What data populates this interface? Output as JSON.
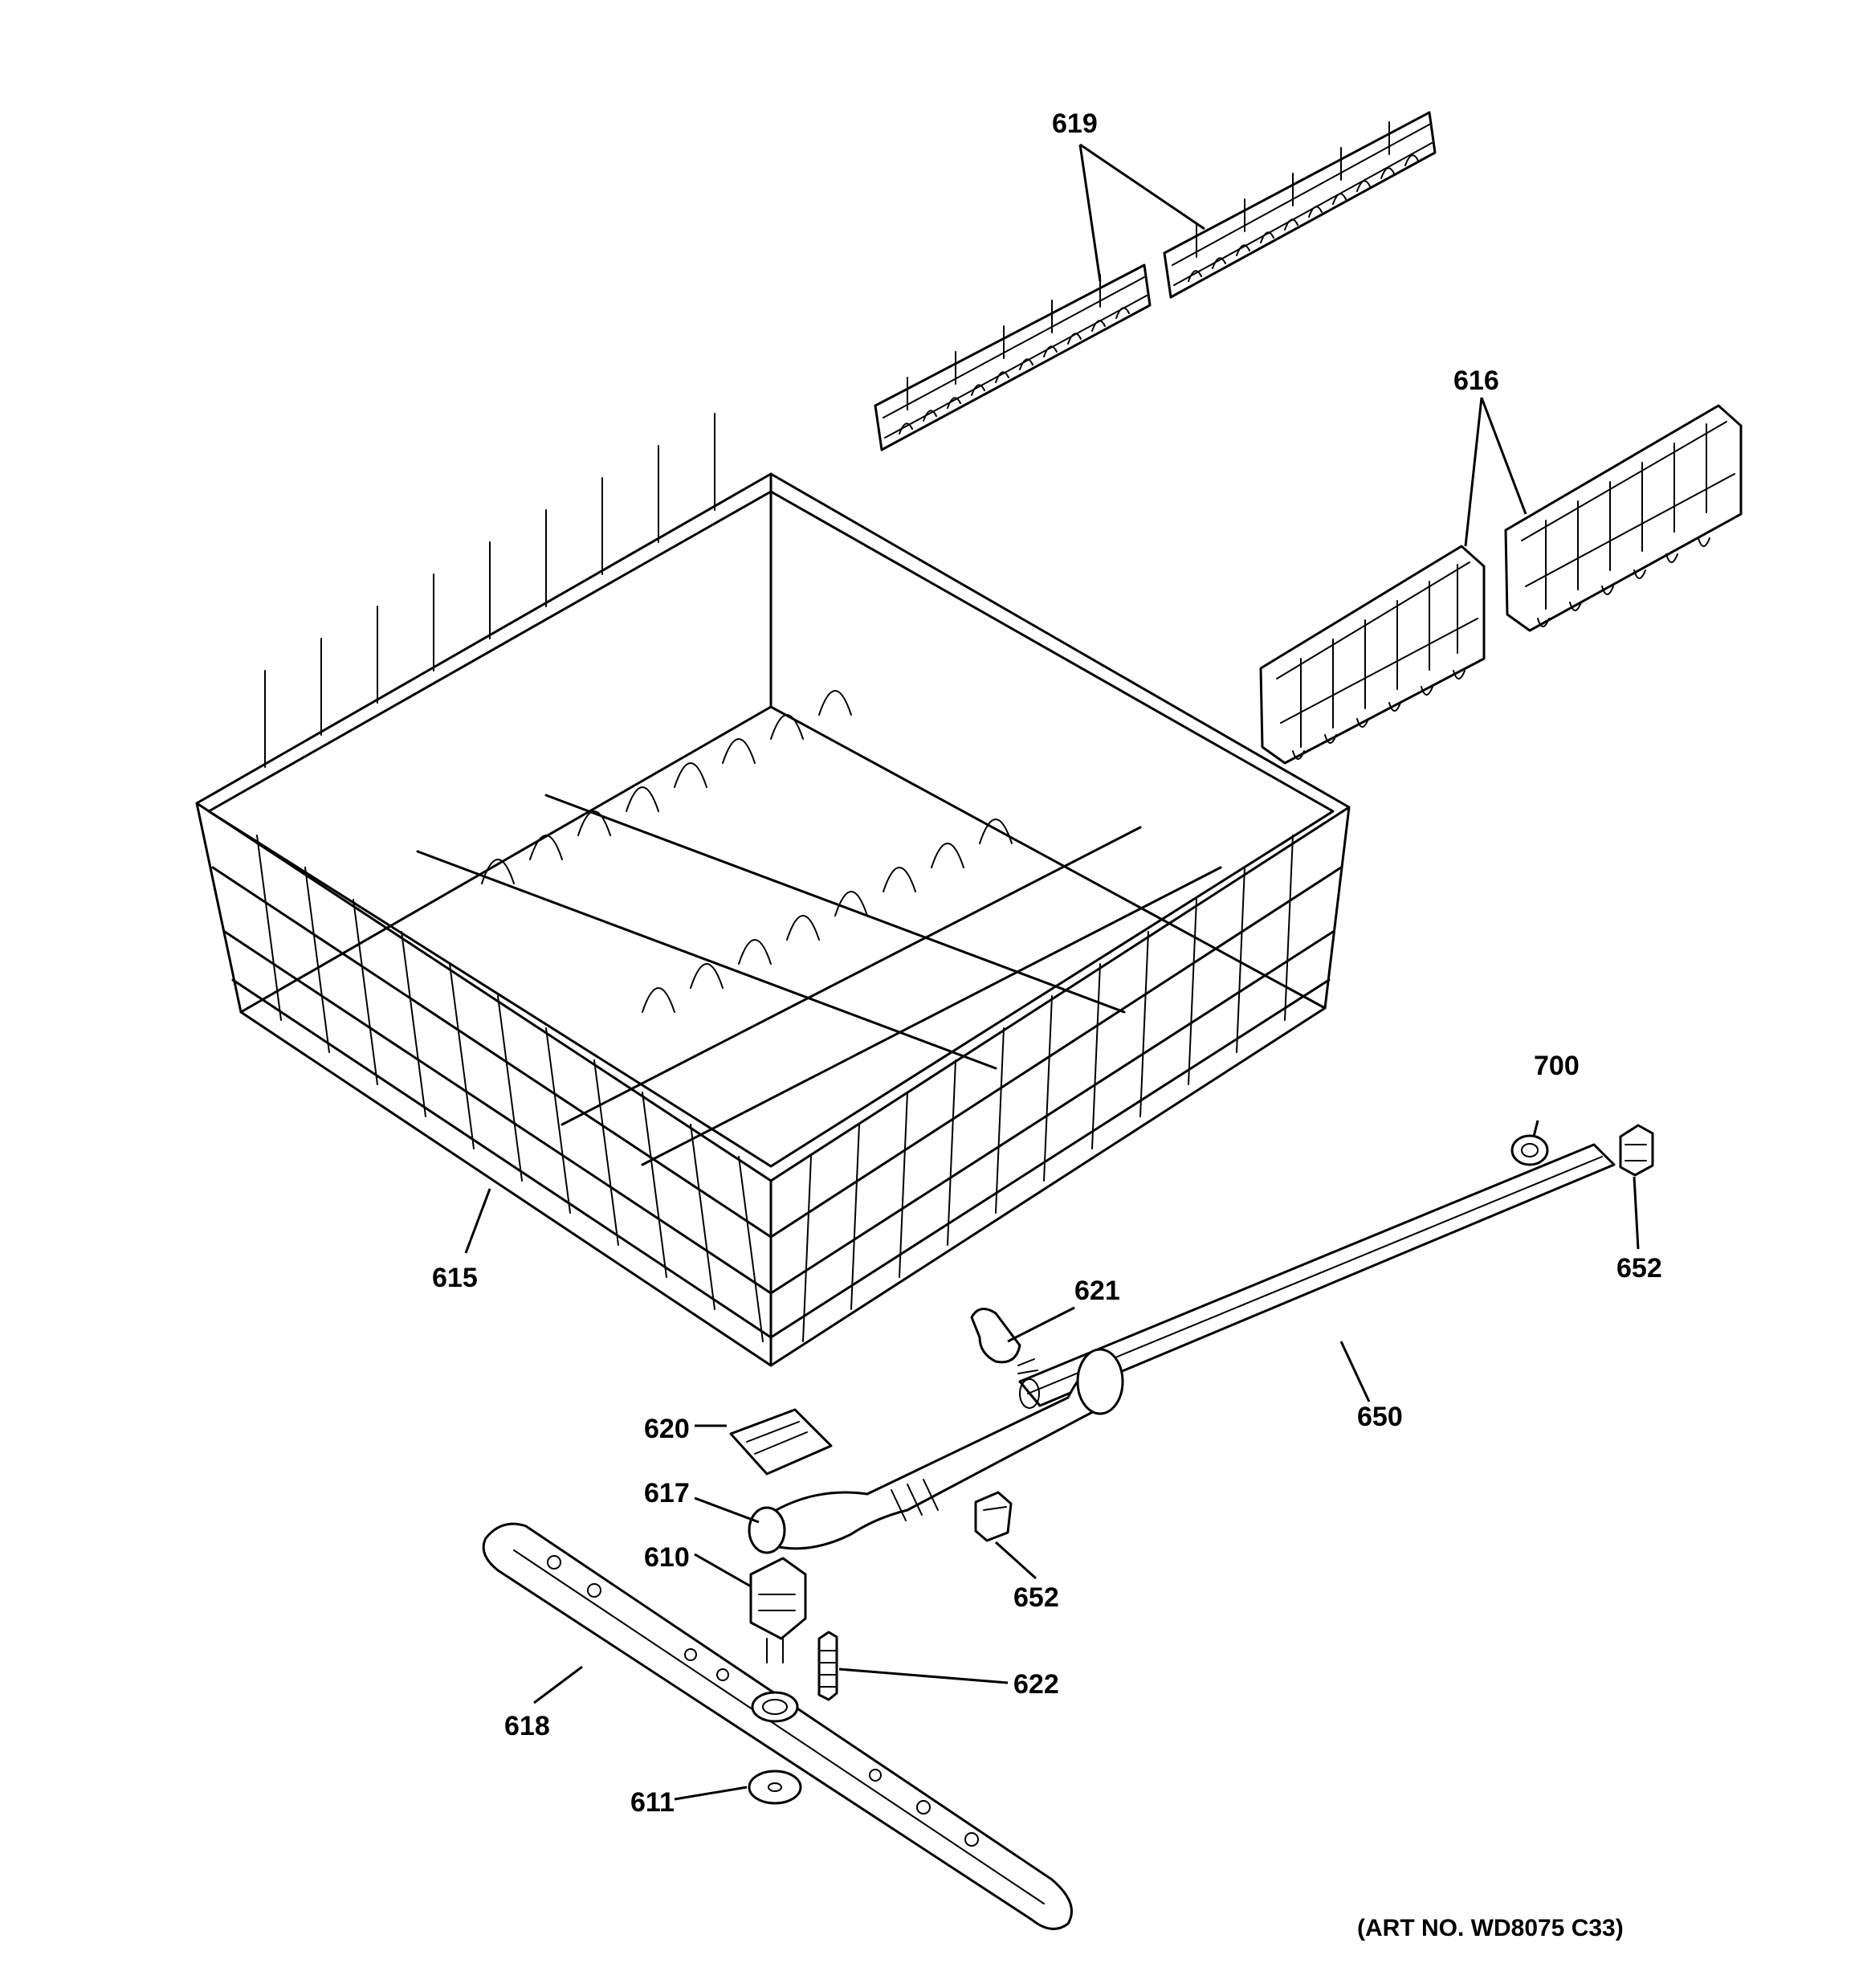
{
  "callouts": {
    "c619": "619",
    "c616": "616",
    "c615": "615",
    "c700": "700",
    "c652a": "652",
    "c621": "621",
    "c650": "650",
    "c620": "620",
    "c617": "617",
    "c652b": "652",
    "c610": "610",
    "c622": "622",
    "c618": "618",
    "c611": "611"
  },
  "art_number": "(ART NO. WD8075 C33)"
}
